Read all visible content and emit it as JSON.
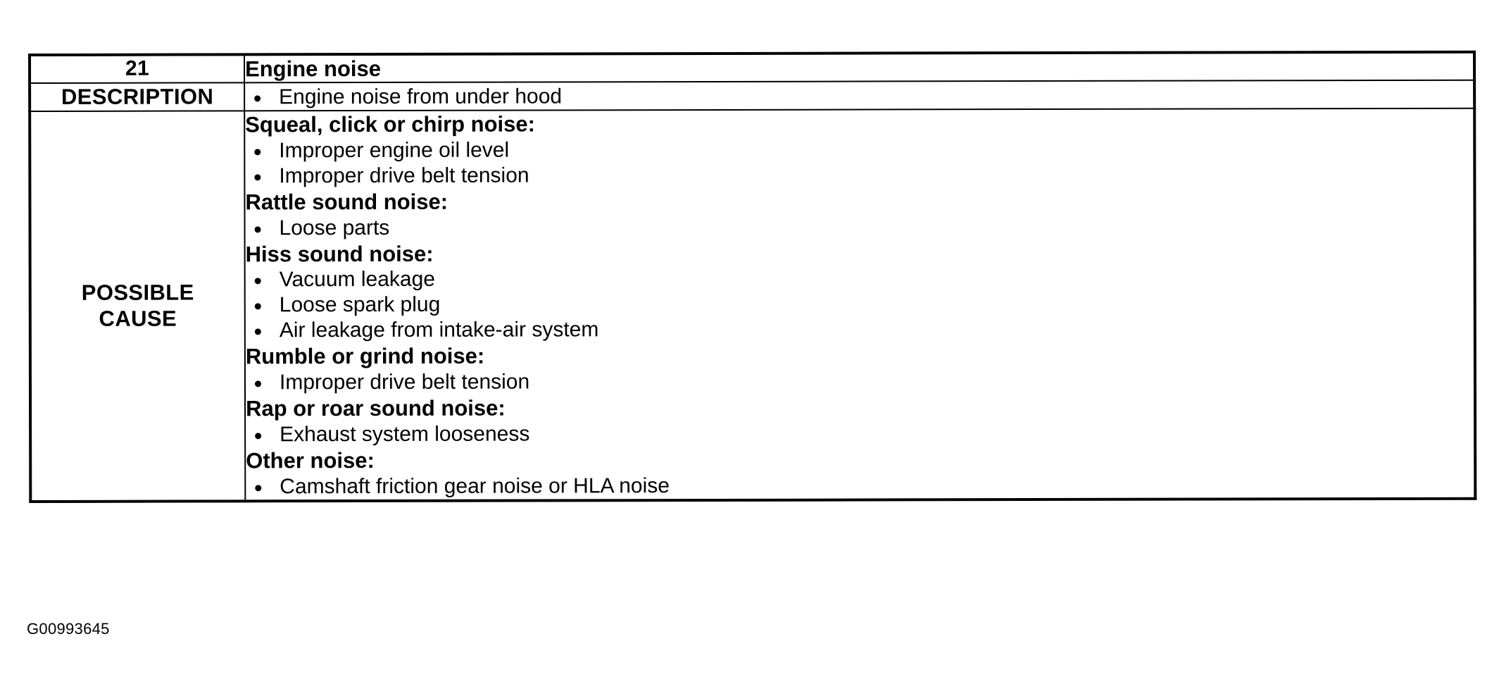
{
  "figure": {
    "caption": "G00993645"
  },
  "table": {
    "rows": [
      {
        "label": "21",
        "label_kind": "number",
        "title": "Engine noise"
      },
      {
        "label": "DESCRIPTION",
        "label_kind": "text",
        "items": [
          "Engine noise from under hood"
        ]
      },
      {
        "label": "POSSIBLE\nCAUSE",
        "label_kind": "text",
        "groups": [
          {
            "heading": "Squeal, click or chirp noise:",
            "items": [
              "Improper engine oil level",
              "Improper drive belt tension"
            ]
          },
          {
            "heading": "Rattle sound noise:",
            "items": [
              "Loose parts"
            ]
          },
          {
            "heading": "Hiss sound noise:",
            "items": [
              "Vacuum leakage",
              "Loose spark plug",
              "Air leakage from intake-air system"
            ]
          },
          {
            "heading": "Rumble or grind noise:",
            "items": [
              "Improper drive belt tension"
            ]
          },
          {
            "heading": "Rap or roar sound noise:",
            "items": [
              "Exhaust system looseness"
            ]
          },
          {
            "heading": "Other noise:",
            "items": [
              "Camshaft friction gear noise or HLA noise"
            ]
          }
        ]
      }
    ]
  },
  "colors": {
    "ink": "#000000",
    "paper": "#ffffff"
  }
}
